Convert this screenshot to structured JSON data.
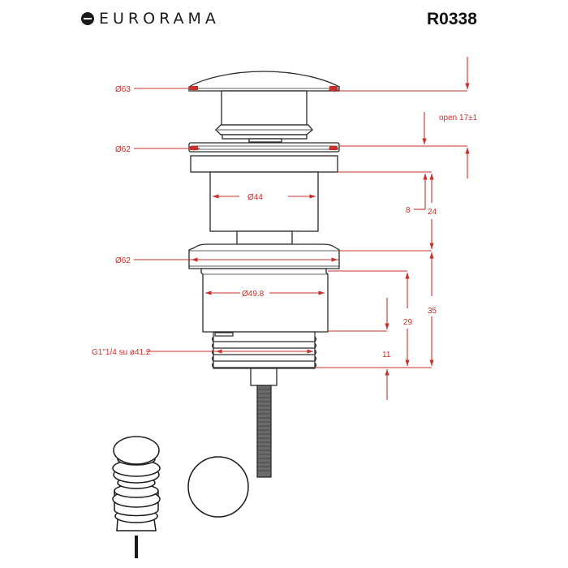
{
  "header": {
    "brand": "EURORAMA",
    "model_code": "R0338"
  },
  "colors": {
    "dimension": "#c8302c",
    "outline": "#2a2a2a",
    "background": "#ffffff"
  },
  "dimensions": {
    "cap_diameter": "Ø63",
    "flange_top_diameter": "Ø62",
    "body_upper_diameter": "Ø44",
    "flange_lower_diameter": "Ø62",
    "body_lower_diameter": "Ø49.8",
    "thread_spec": "G1\"1/4 su ø41.2",
    "open_travel": "open 17±1",
    "dim_8": "8",
    "dim_24": "24",
    "dim_29": "29",
    "dim_35": "35",
    "dim_11": "11"
  },
  "views": {
    "main": "Cross-section elevation of pop-up waste",
    "isometric": "Isometric view of pop-up waste",
    "top": "Top view of cap (circle)"
  }
}
